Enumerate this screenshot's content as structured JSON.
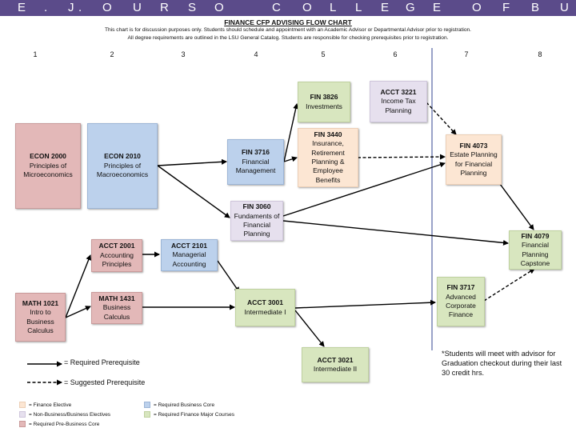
{
  "header": {
    "banner": "E.J. OURSO COLLEGE OF BUSINESS",
    "title": "FINANCE CFP ADVISING FLOW CHART",
    "subtitle_1": "This chart is for discussion purposes only.  Students should schedule and appointment with an Academic Advisor or Departmental Advisor prior to registration.",
    "subtitle_2": "All degree requirements are outlined in the LSU General Catalog. Students are responsible for checking prerequisites prior to registration."
  },
  "columns": [
    "1",
    "2",
    "3",
    "4",
    "5",
    "6",
    "7",
    "8"
  ],
  "courses": {
    "econ2000": {
      "code": "ECON 2000",
      "name": "Principles of Microeconomics"
    },
    "econ2010": {
      "code": "ECON 2010",
      "name": "Principles of Macroeconomics"
    },
    "fin3716": {
      "code": "FIN 3716",
      "name": "Financial Management"
    },
    "fin3826": {
      "code": "FIN 3826",
      "name": "Investments"
    },
    "fin3440": {
      "code": "FIN 3440",
      "name": "Insurance, Retirement Planning & Employee Benefits"
    },
    "acct3221": {
      "code": "ACCT 3221",
      "name": "Income Tax Planning"
    },
    "fin4073": {
      "code": "FIN 4073",
      "name": "Estate Planning for Financial Planning"
    },
    "fin3060": {
      "code": "FIN 3060",
      "name": "Fundaments of Financial Planning"
    },
    "fin4079": {
      "code": "FIN 4079",
      "name": "Financial Planning Capstone"
    },
    "acct2001": {
      "code": "ACCT 2001",
      "name": "Accounting Principles"
    },
    "acct2101": {
      "code": "ACCT 2101",
      "name": "Managerial Accounting"
    },
    "math1021": {
      "code": "MATH 1021",
      "name": "Intro to Business Calculus"
    },
    "math1431": {
      "code": "MATH 1431",
      "name": "Business Calculus"
    },
    "acct3001": {
      "code": "ACCT 3001",
      "name": "Intermediate I"
    },
    "fin3717": {
      "code": "FIN 3717",
      "name": "Advanced Corporate Finance"
    },
    "acct3021": {
      "code": "ACCT 3021",
      "name": "Intermediate II"
    }
  },
  "note": "*Students will meet with advisor for Graduation checkout  during their last 30 credit hrs.",
  "legend": {
    "required": "= Required  Prerequisite",
    "suggested": "= Suggested Prerequisite"
  },
  "key": {
    "finance_elective": "= Finance Elective",
    "non_business": "=  Non-Business/Business Electives",
    "pre_business": "= Required Pre-Business Core",
    "business_core": "= Required Business Core",
    "finance_major": "= Required Finance Major Courses"
  },
  "colors": {
    "banner": "#5b4b8a",
    "pre_business": "#e3b8b8",
    "business_core": "#bcd1ec",
    "finance_elective": "#fce6d3",
    "non_business": "#e6e0ee",
    "finance_major": "#d8e6bf"
  }
}
